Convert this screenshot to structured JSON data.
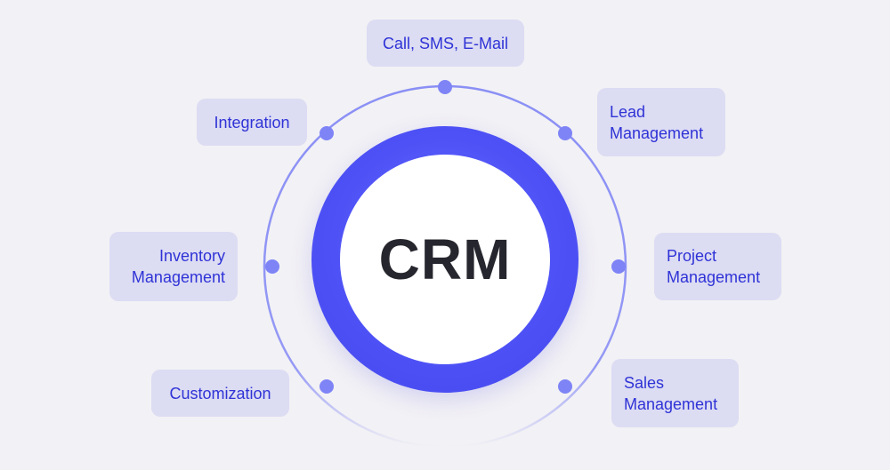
{
  "diagram": {
    "center_label": "CRM",
    "features": [
      {
        "id": "call",
        "label": "Call, SMS, E-Mail"
      },
      {
        "id": "lead",
        "label": "Lead\nManagement"
      },
      {
        "id": "project",
        "label": "Project\nManagement"
      },
      {
        "id": "sales",
        "label": "Sales\nManagement"
      },
      {
        "id": "customization",
        "label": "Customization"
      },
      {
        "id": "inventory",
        "label": "Inventory\nManagement"
      },
      {
        "id": "integration",
        "label": "Integration"
      }
    ]
  },
  "colors": {
    "background": "#f2f1f5",
    "ring": "#8a8ff5",
    "hub": "#4e52f6",
    "label_background": "#dcdcf3",
    "label_text": "#2f33d6",
    "title_text": "#26262e"
  }
}
